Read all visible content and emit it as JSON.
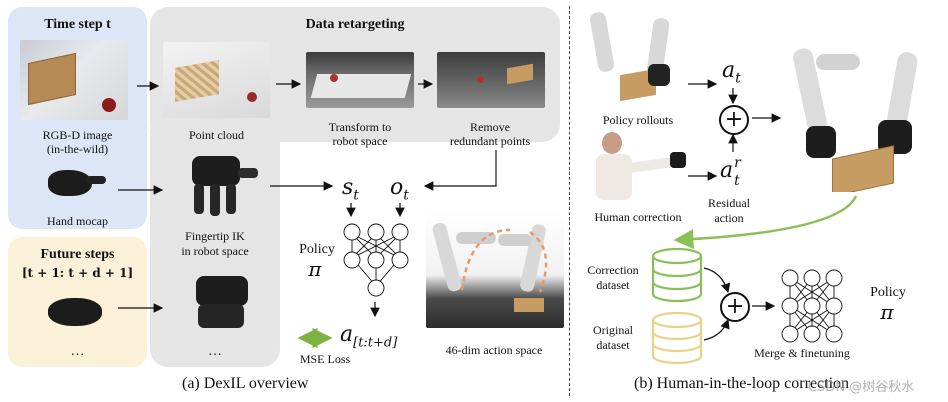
{
  "panel_a": {
    "time_step_title": "Time step t",
    "rgbd_label_line1": "RGB-D image",
    "rgbd_label_line2": "(in-the-wild)",
    "hand_mocap_label": "Hand mocap",
    "future_steps_title": "Future steps",
    "future_steps_range": "[t + 1: t + d + 1]",
    "future_ellipsis": "…",
    "data_retargeting_title": "Data retargeting",
    "point_cloud_label": "Point cloud",
    "transform_label_line1": "Transform to",
    "transform_label_line2": "robot space",
    "remove_label_line1": "Remove",
    "remove_label_line2": "redundant points",
    "fingertip_label_line1": "Fingertip IK",
    "fingertip_label_line2": "in robot space",
    "fingertip_ellipsis": "…",
    "s_t": "s",
    "s_sub": "t",
    "o_t": "o",
    "o_sub": "t",
    "policy_label": "Policy",
    "pi_symbol": "π",
    "action_label": "a",
    "action_sub": "[t:t+d]",
    "mse_loss_label": "MSE Loss",
    "action_space_label": "46-dim action space",
    "caption": "(a) DexIL overview"
  },
  "panel_b": {
    "policy_rollouts_label": "Policy rollouts",
    "human_correction_label": "Human correction",
    "a_t": "a",
    "a_t_sub": "t",
    "a_t_r": "a",
    "a_t_r_sup": "r",
    "a_t_r_sub": "t",
    "residual_label_line1": "Residual",
    "residual_label_line2": "action",
    "correction_dataset_line1": "Correction",
    "correction_dataset_line2": "dataset",
    "original_dataset_line1": "Original",
    "original_dataset_line2": "dataset",
    "merge_label": "Merge & finetuning",
    "policy_label": "Policy",
    "pi_symbol": "π",
    "caption": "(b) Human-in-the-loop correction",
    "watermark": "CSDN @树谷秋水"
  },
  "colors": {
    "time_step_panel": "#dce6f7",
    "future_panel": "#fbf1d9",
    "retarget_panel": "#e5e5e5",
    "green": "#8bbf5a",
    "yellow": "#e8d28a",
    "mse_arrow": "#7cb342",
    "dashed_orange": "#e89a6a"
  }
}
